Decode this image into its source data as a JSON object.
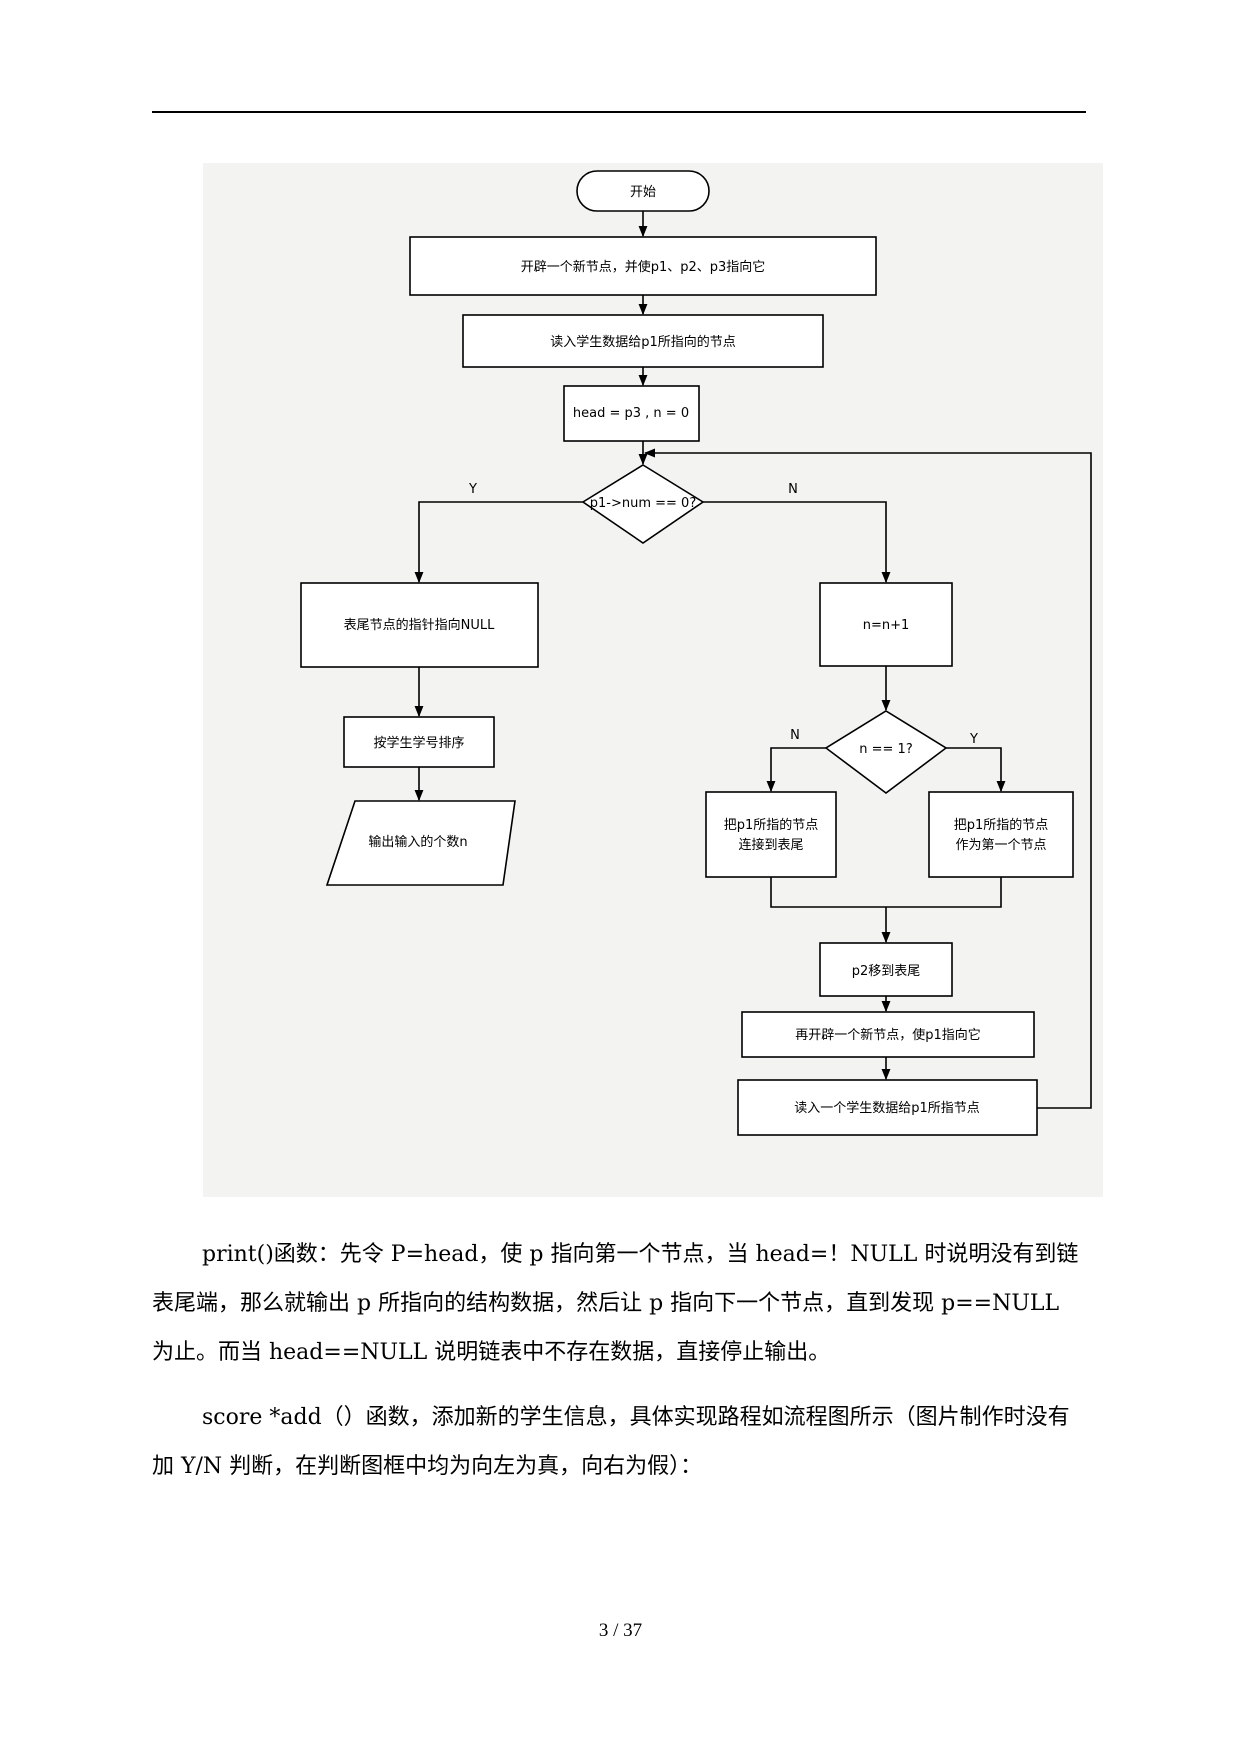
{
  "flowchart": {
    "start": "开始",
    "step_alloc": "开辟一个新节点，并使p1、p2、p3指向它",
    "step_read": "读入学生数据给p1所指向的节点",
    "step_init": "head = p3 , n = 0",
    "decision_num": "p1->num == 0?",
    "label_y_left": "Y",
    "label_n_right": "N",
    "step_tail_null": "表尾节点的指针指向NULL",
    "step_sort": "按学生学号排序",
    "step_output": "输出输入的个数n",
    "step_increment": "n=n+1",
    "decision_n": "n == 1?",
    "label_n_left": "N",
    "label_y_right": "Y",
    "step_link_tail_line1": "把p1所指的节点",
    "step_link_tail_line2": "连接到表尾",
    "step_first_line1": "把p1所指的节点",
    "step_first_line2": "作为第一个节点",
    "step_move_p2": "p2移到表尾",
    "step_alloc_again": "再开辟一个新节点，使p1指向它",
    "step_read_again": "读入一个学生数据给p1所指节点"
  },
  "paragraphs": {
    "print_desc": "print()函数：先令 P=head，使 p 指向第一个节点，当 head=！NULL 时说明没有到链表尾端，那么就输出 p 所指向的结构数据，然后让 p 指向下一个节点，直到发现 p==NULL 为止。而当 head==NULL 说明链表中不存在数据，直接停止输出。",
    "add_desc": "score  *add（）函数，添加新的学生信息，具体实现路程如流程图所示（图片制作时没有加 Y/N 判断，在判断图框中均为向左为真，向右为假）："
  },
  "footer": {
    "page_number": "3 / 37"
  }
}
